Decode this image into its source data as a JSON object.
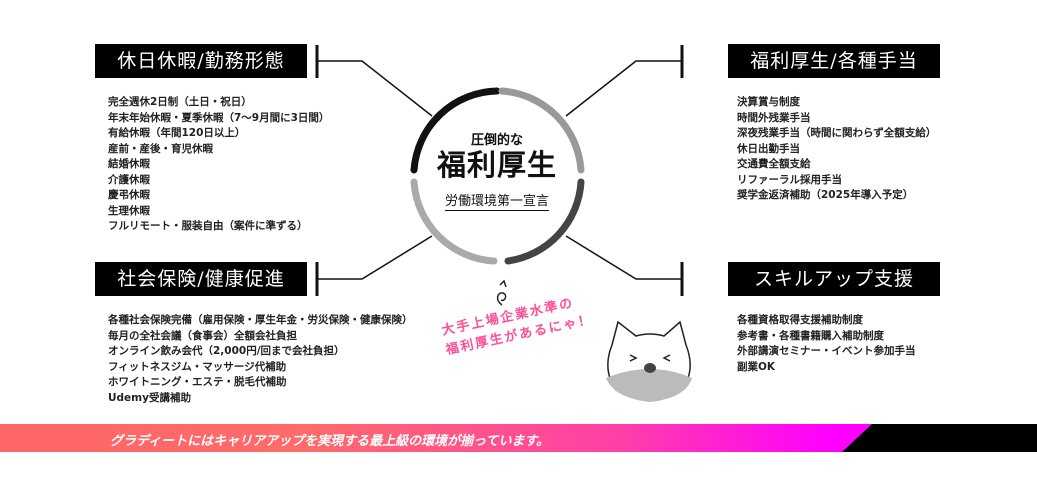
{
  "center": {
    "subtitle": "圧倒的な",
    "title": "福利厚生",
    "declaration": "労働環境第一宣言"
  },
  "sections": {
    "holiday": {
      "title": "休日休暇/勤務形態",
      "items": [
        "完全週休2日制（土日・祝日）",
        "年末年始休暇・夏季休暇（7〜9月間に3日間）",
        "有給休暇（年間120日以上）",
        "産前・産後・育児休暇",
        "結婚休暇",
        "介護休暇",
        "慶弔休暇",
        "生理休暇",
        "フルリモート・服装自由（案件に準ずる）"
      ]
    },
    "welfare": {
      "title": "福利厚生/各種手当",
      "items": [
        "決算賞与制度",
        "時間外残業手当",
        "深夜残業手当（時間に関わらず全額支給）",
        "休日出勤手当",
        "交通費全額支給",
        "リファーラル採用手当",
        "奨学金返済補助（2025年導入予定）"
      ]
    },
    "insurance": {
      "title": "社会保険/健康促進",
      "items": [
        "各種社会保険完備（雇用保険・厚生年金・労災保険・健康保険）",
        "毎月の全社会議（食事会）全額会社負担",
        "オンライン飲み会代（2,000円/回まで会社負担）",
        "フィットネスジム・マッサージ代補助",
        "ホワイトニング・エステ・脱毛代補助",
        "Udemy受講補助"
      ]
    },
    "skill": {
      "title": "スキルアップ支援",
      "items": [
        "各種資格取得支援補助制度",
        "参考書・各種書籍購入補助制度",
        "外部講演セミナー・イベント参加手当",
        "副業OK"
      ]
    }
  },
  "mascot": {
    "line1": "大手上場企業水準の",
    "line2": "福利厚生があるにゃ！"
  },
  "banner": {
    "text": "グラディートにはキャリアアップを実現する最上級の環境が揃っています。"
  },
  "colors": {
    "band_start": "#ff6666",
    "band_end": "#ff00ff",
    "bubble": "#ff4f9a"
  }
}
